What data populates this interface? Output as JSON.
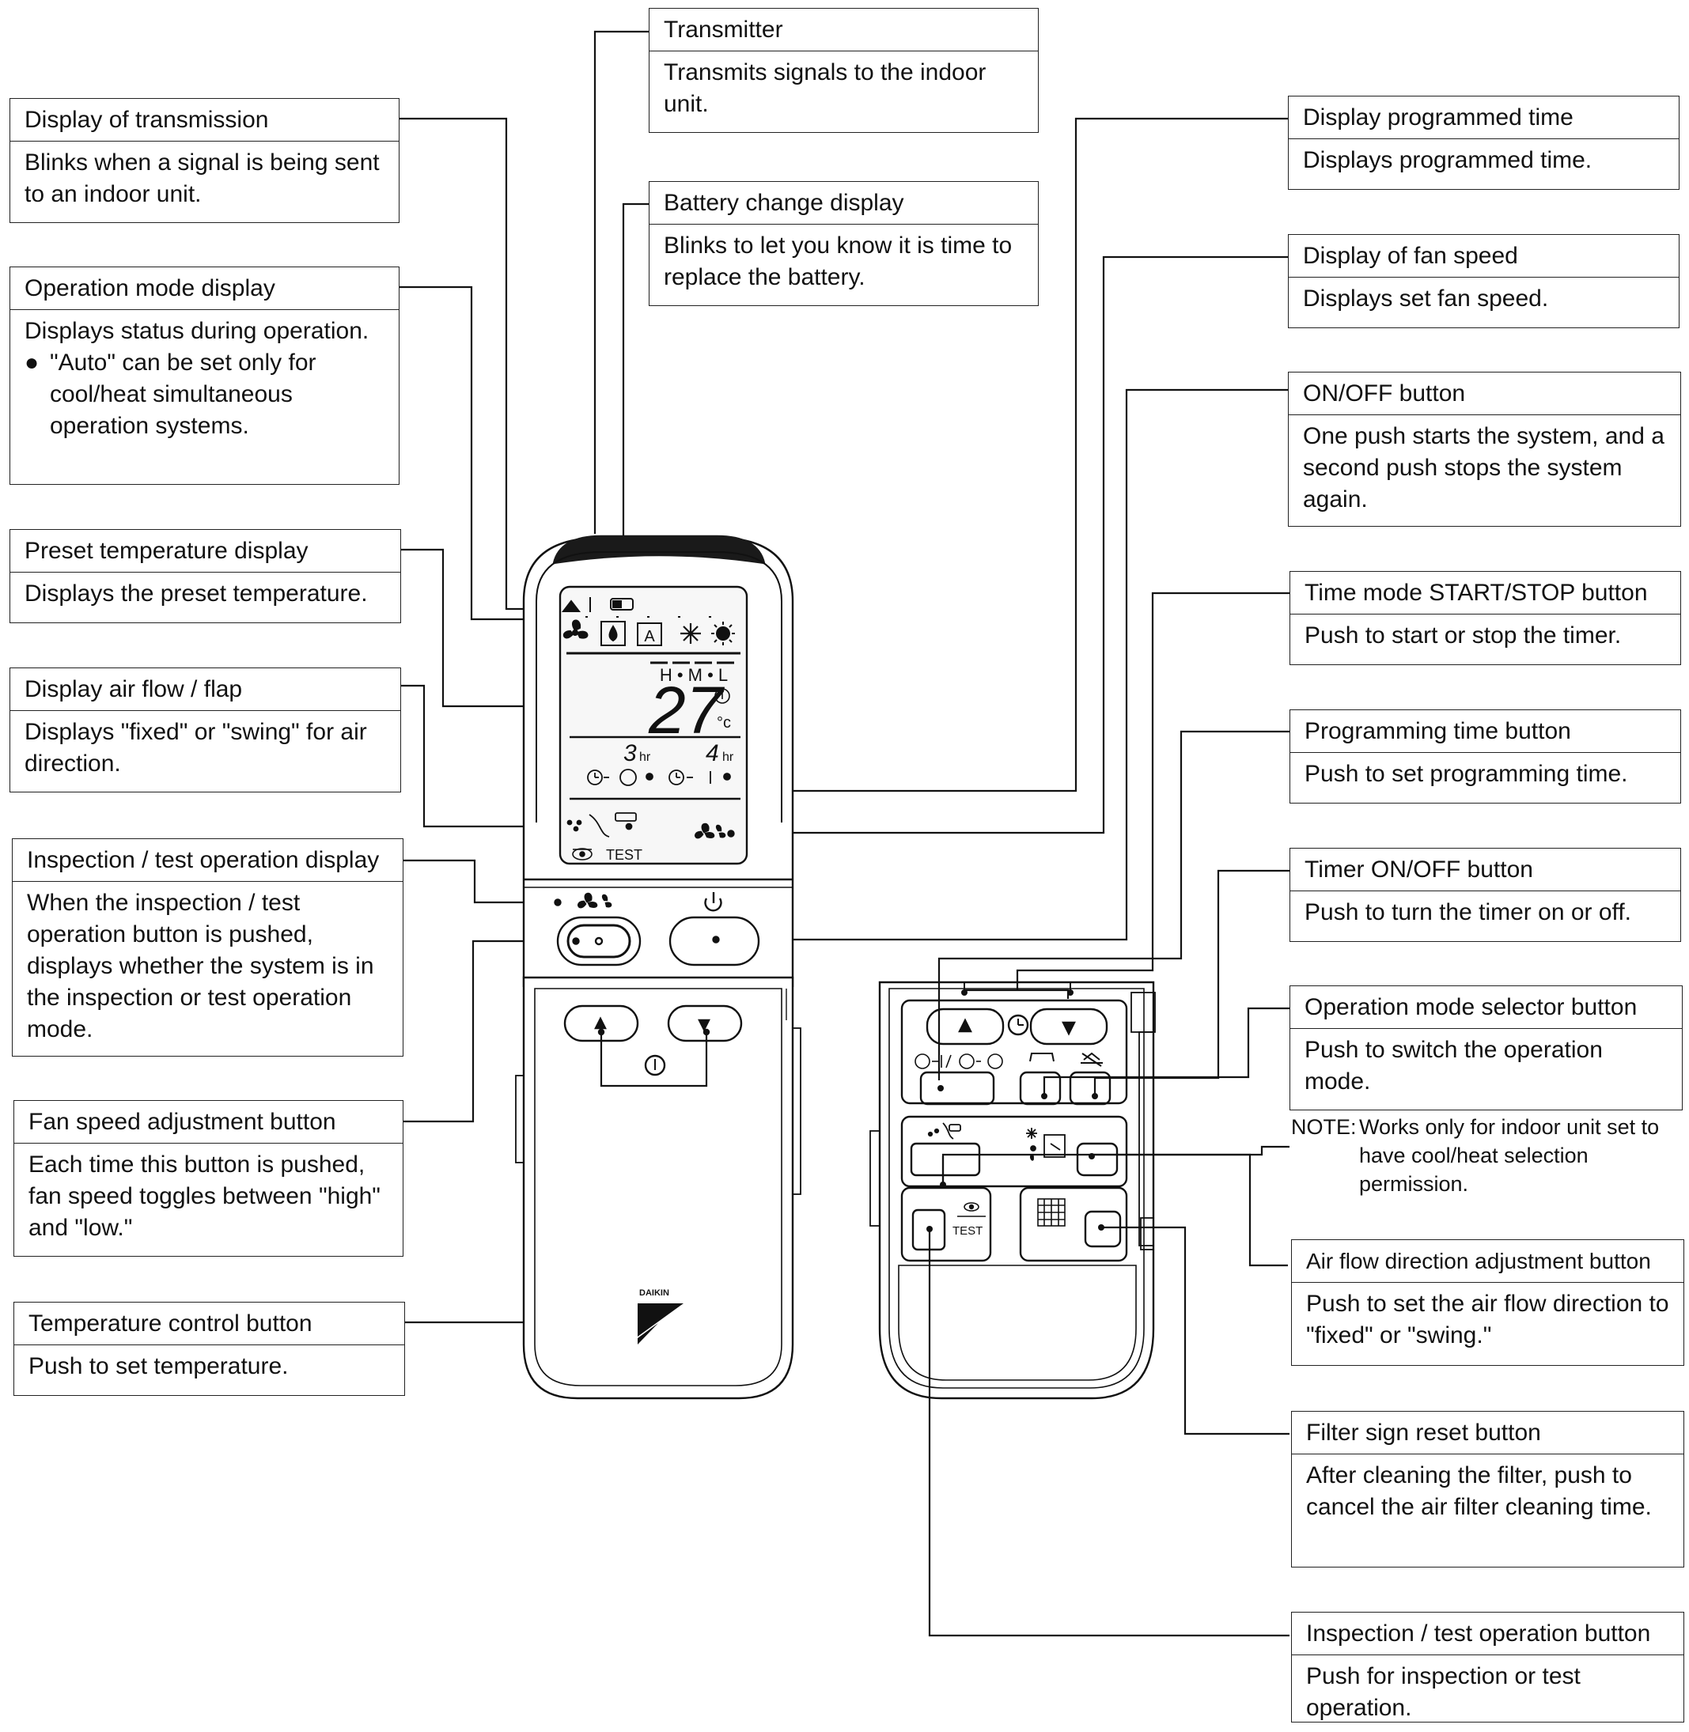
{
  "callouts": {
    "transmitter": {
      "title": "Transmitter",
      "desc": "Transmits signals to the indoor unit."
    },
    "display_transmission": {
      "title": "Display of transmission",
      "desc": "Blinks when a signal is being sent to an indoor unit."
    },
    "battery_change": {
      "title": "Battery change display",
      "desc": "Blinks to let you know it is time to replace the battery."
    },
    "operation_mode_display": {
      "title": "Operation mode display",
      "desc": "Displays status during operation.",
      "bullet": "\"Auto\" can be set only for cool/heat simultaneous operation systems."
    },
    "preset_temperature": {
      "title": "Preset temperature display",
      "desc": "Displays the preset temperature."
    },
    "air_flow_flap": {
      "title": "Display air flow / flap",
      "desc": "Displays \"fixed\" or \"swing\" for air direction."
    },
    "inspection_display": {
      "title": "Inspection / test operation display",
      "desc": "When the inspection / test operation button is pushed, displays whether the system is in the inspection or test operation mode."
    },
    "fan_speed_button": {
      "title": "Fan speed adjustment button",
      "desc": "Each time this button is pushed, fan speed toggles between \"high\" and \"low.\""
    },
    "temperature_button": {
      "title": "Temperature control button",
      "desc": "Push to set temperature."
    },
    "programmed_time": {
      "title": "Display programmed time",
      "desc": "Displays programmed time."
    },
    "fan_speed_display": {
      "title": "Display of fan speed",
      "desc": "Displays set fan speed."
    },
    "onoff_button": {
      "title": "ON/OFF button",
      "desc": "One push starts the system, and a second push stops the system again."
    },
    "time_mode_button": {
      "title": "Time mode START/STOP button",
      "desc": "Push to start or stop the timer."
    },
    "programming_time_button": {
      "title": "Programming time button",
      "desc": "Push to set programming time."
    },
    "timer_onoff_button": {
      "title": "Timer ON/OFF button",
      "desc": "Push to turn the timer on or off."
    },
    "op_mode_selector": {
      "title": "Operation mode selector button",
      "desc": "Push to switch the operation mode."
    },
    "air_flow_button": {
      "title": "Air flow direction adjustment button",
      "desc": "Push to set the air flow direction to \"fixed\" or \"swing.\""
    },
    "filter_reset": {
      "title": "Filter sign reset button",
      "desc": "After cleaning the filter, push to cancel the air filter cleaning time."
    },
    "inspection_button": {
      "title": "Inspection /  test operation button",
      "desc": "Push for inspection or test operation."
    }
  },
  "note": {
    "label": "NOTE:",
    "text": "Works only for indoor unit set to have cool/heat selection permission."
  },
  "remote": {
    "lcd_fan_speed_labels": "H • M • L",
    "lcd_temperature": "27",
    "lcd_temp_unit": "°c",
    "lcd_timer_left": "3",
    "lcd_timer_right": "4",
    "lcd_timer_unit": "hr",
    "lcd_test": "TEST",
    "brand": "DAIKIN",
    "test_key_label": "TEST"
  },
  "colors": {
    "ink": "#111111",
    "remote_top": "#1a1a1a",
    "lcd_bg": "#f7f7f7",
    "paper": "#ffffff"
  }
}
